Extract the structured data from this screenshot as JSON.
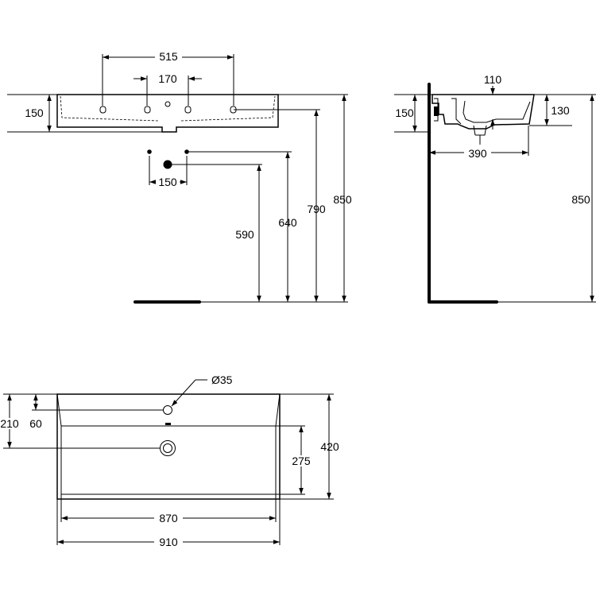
{
  "front_view": {
    "dim_515": "515",
    "dim_170": "170",
    "dim_150_height": "150",
    "dim_150_spacing": "150",
    "dim_590": "590",
    "dim_640": "640",
    "dim_790": "790",
    "dim_850": "850"
  },
  "side_view": {
    "dim_110": "110",
    "dim_150": "150",
    "dim_130": "130",
    "dim_390": "390",
    "dim_850": "850"
  },
  "top_view": {
    "dim_diameter": "Ø35",
    "dim_210": "210",
    "dim_60": "60",
    "dim_275": "275",
    "dim_420": "420",
    "dim_870": "870",
    "dim_910": "910"
  }
}
